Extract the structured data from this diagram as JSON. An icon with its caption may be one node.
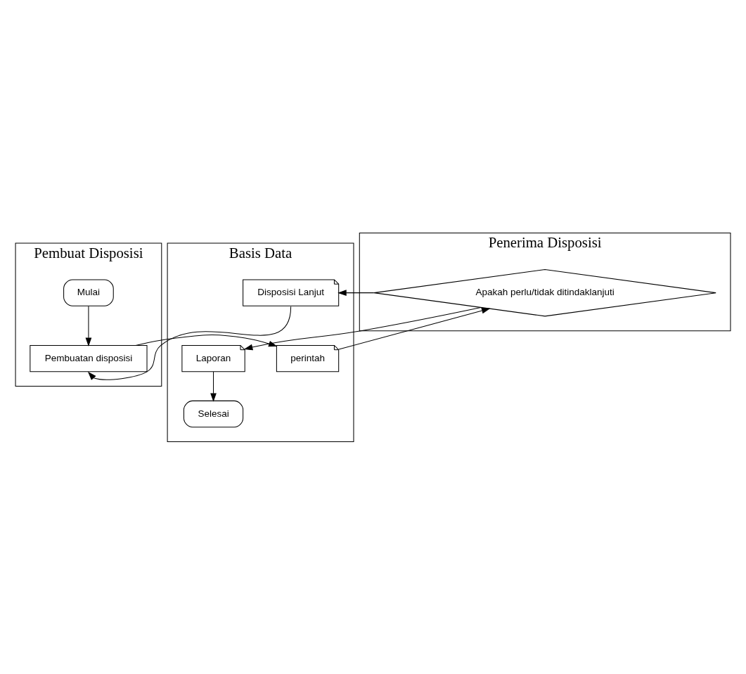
{
  "diagram": {
    "nodes": [
      {
        "text": [
          "Pembuat Disposisi"
        ]
      },
      {
        "text": [
          "Mulai"
        ],
        "in": 0
      },
      {
        "text": [
          "Pembuatan disposisi"
        ],
        "in": 0
      },
      {
        "text": [
          "Penerima Disposisi"
        ]
      },
      {
        "text": [
          "Apakah perlu/tidak ditindaklanjuti"
        ],
        "in": 3
      },
      {
        "text": [
          "Basis Data"
        ]
      },
      {
        "text": [
          "perintah"
        ],
        "in": 5
      },
      {
        "text": [
          "Disposisi Lanjut"
        ],
        "in": 5
      },
      {
        "text": [
          "Laporan"
        ],
        "in": 5
      },
      {
        "text": [
          "Selesai"
        ],
        "in": 5
      }
    ],
    "edges": [
      {
        "from": 1,
        "to": 2,
        "arrow": "to"
      },
      {
        "from": 2,
        "to": 6,
        "arrow": "to"
      },
      {
        "from": 6,
        "to": 4,
        "arrow": "to"
      },
      {
        "from": 4,
        "to": 7,
        "arrow": "to"
      },
      {
        "from": 7,
        "to": 2,
        "arrow": "to"
      },
      {
        "from": 4,
        "to": 8,
        "arrow": "to"
      },
      {
        "from": 8,
        "to": 9,
        "arrow": "to"
      }
    ]
  }
}
